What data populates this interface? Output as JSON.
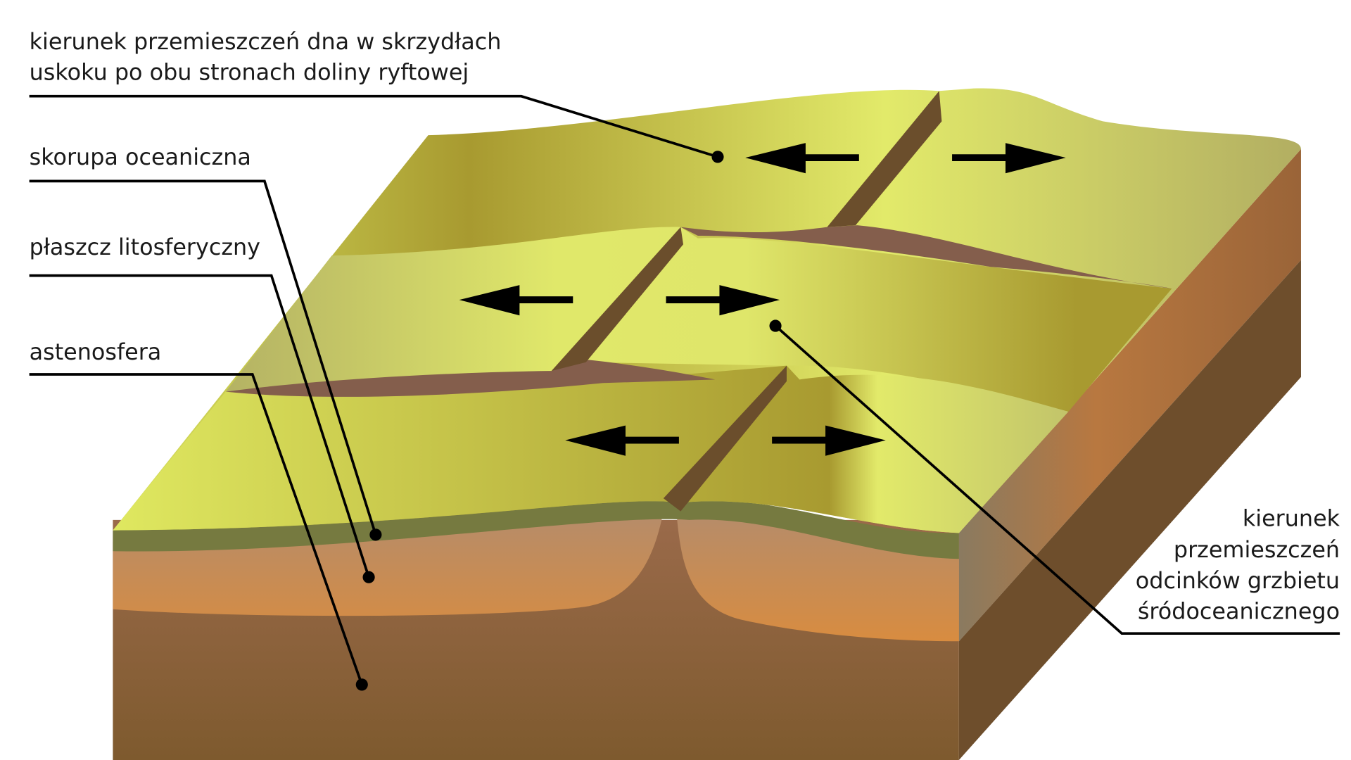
{
  "labels": {
    "fault_motion": [
      "kierunek przemieszczeń dna w skrzydłach",
      "uskoku po obu stronach doliny ryftowej"
    ],
    "oceanic_crust": "skorupa oceaniczna",
    "lithospheric_mantle": "płaszcz litosferyczny",
    "asthenosphere": "astenosfera",
    "ridge_segment_motion": [
      "kierunek",
      "przemieszczeń",
      "odcinków grzbietu",
      "śródoceanicznego"
    ]
  },
  "colors": {
    "surface_light": "#e2ea6a",
    "surface_dark": "#a89a30",
    "crust": "#767a40",
    "mantle": "#d28a48",
    "asthenosphere": "#8a6238",
    "rift_gap": "#845e4c",
    "ridge_wall": "#6b4e2c",
    "arrow": "#000000"
  }
}
